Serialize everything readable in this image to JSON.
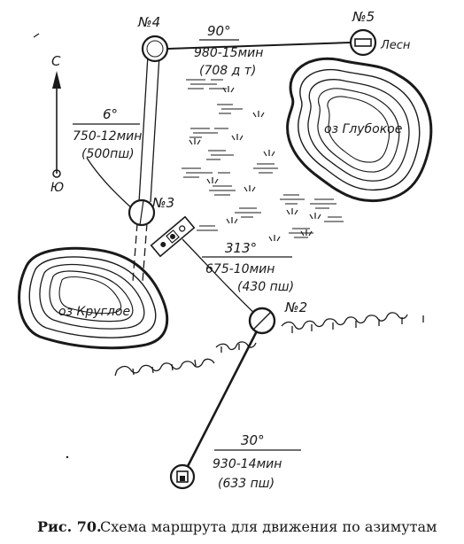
{
  "points": {
    "p4": "№4",
    "p5": "№5",
    "p3": "№3",
    "p2": "№2"
  },
  "landmarks": {
    "forest": "Лесн",
    "lake_deep": "оз Глубокое",
    "lake_round": "оз Круглое"
  },
  "compass": {
    "north": "С",
    "south": "Ю"
  },
  "legs": [
    {
      "azimuth": "90°",
      "distance": "980-15мин",
      "steps": "(708 д т)"
    },
    {
      "azimuth": "6°",
      "distance": "750-12мин",
      "steps": "(500пш)"
    },
    {
      "azimuth": "313°",
      "distance": "675-10мин",
      "steps": "(430 пш)"
    },
    {
      "azimuth": "30°",
      "distance": "930-14мин",
      "steps": "(633 пш)"
    }
  ],
  "caption": {
    "label": "Рис. 70.",
    "text": "Схема маршрута для движения по азимутам"
  }
}
